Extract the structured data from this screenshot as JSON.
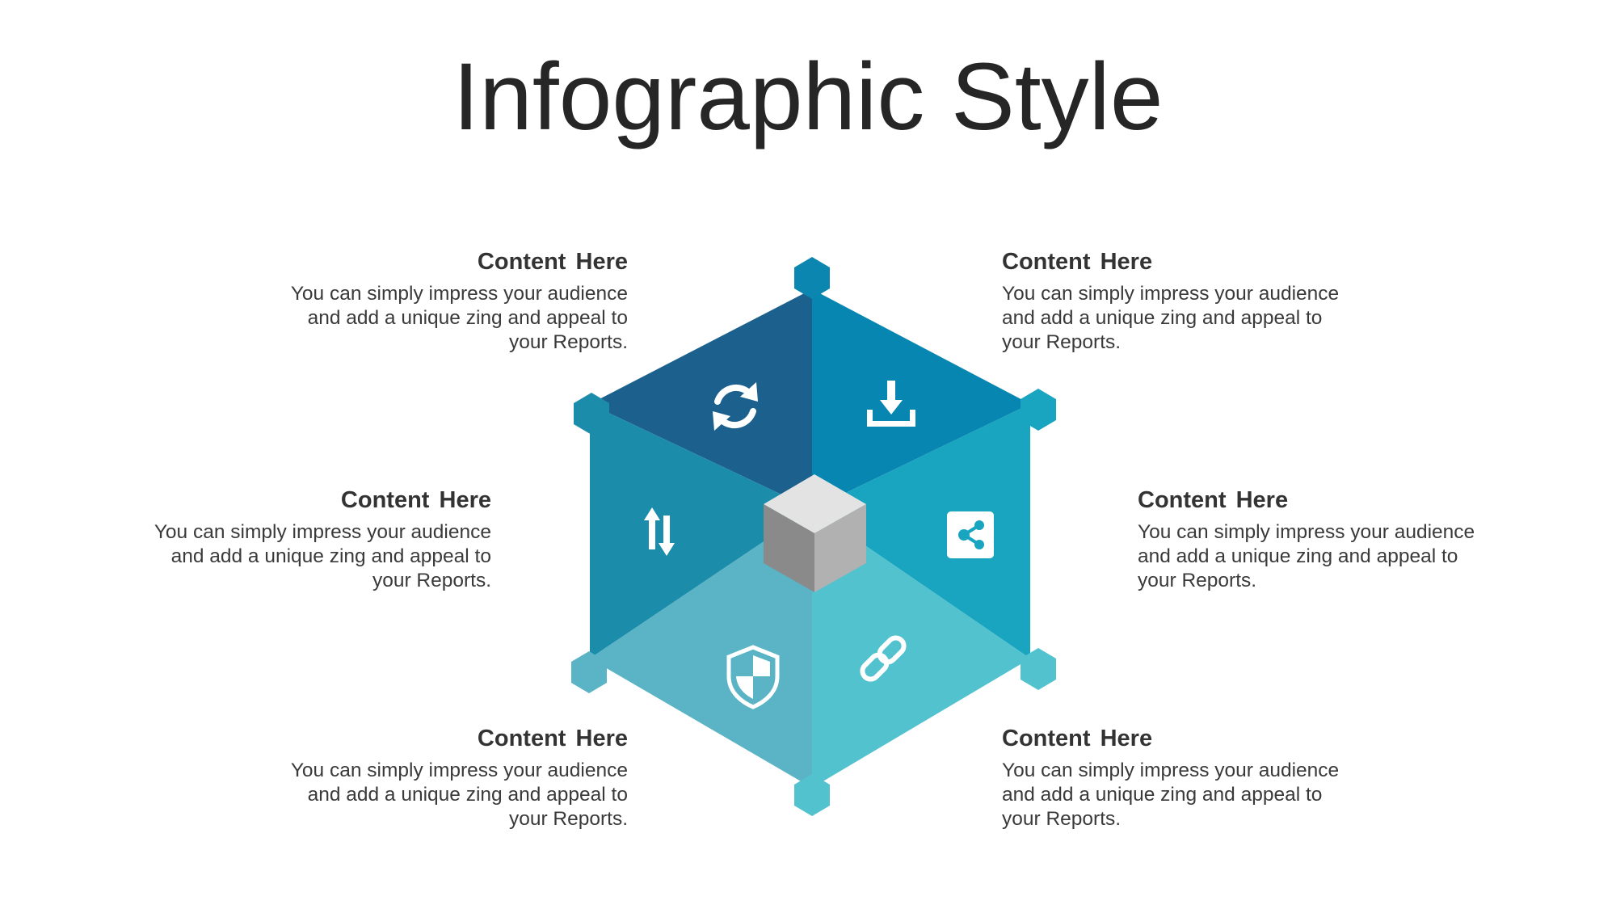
{
  "title": "Infographic Style",
  "colors": {
    "top_left": "#1c618e",
    "top_right": "#0686b0",
    "mid_left": "#1b8dab",
    "mid_right": "#19a4bf",
    "bottom_left": "#5bb4c5",
    "bottom_right": "#52c2cf",
    "cube_top": "#e3e3e3",
    "cube_left": "#8a8a8a",
    "cube_right": "#b1b1b1"
  },
  "items": [
    {
      "id": "top-left",
      "icon": "refresh-icon",
      "heading": "Content  Here",
      "body": [
        "You can simply impress your audience",
        "and add a unique zing and appeal to",
        "your Reports."
      ]
    },
    {
      "id": "top-right",
      "icon": "download-icon",
      "heading": "Content  Here",
      "body": [
        "You can simply impress your audience",
        "and add a unique zing and appeal to",
        "your Reports."
      ]
    },
    {
      "id": "mid-left",
      "icon": "sort-arrows-icon",
      "heading": "Content  Here",
      "body": [
        "You can simply impress your audience",
        "and add a unique zing and appeal to",
        "your Reports."
      ]
    },
    {
      "id": "mid-right",
      "icon": "share-icon",
      "heading": "Content  Here",
      "body": [
        "You can simply impress your audience",
        "and add a unique zing and appeal to",
        "your Reports."
      ]
    },
    {
      "id": "bottom-left",
      "icon": "shield-icon",
      "heading": "Content  Here",
      "body": [
        "You can simply impress your audience",
        "and add a unique zing and appeal to",
        "your Reports."
      ]
    },
    {
      "id": "bottom-right",
      "icon": "link-icon",
      "heading": "Content  Here",
      "body": [
        "You can simply impress your audience",
        "and add a unique zing and appeal to",
        "your Reports."
      ]
    }
  ]
}
